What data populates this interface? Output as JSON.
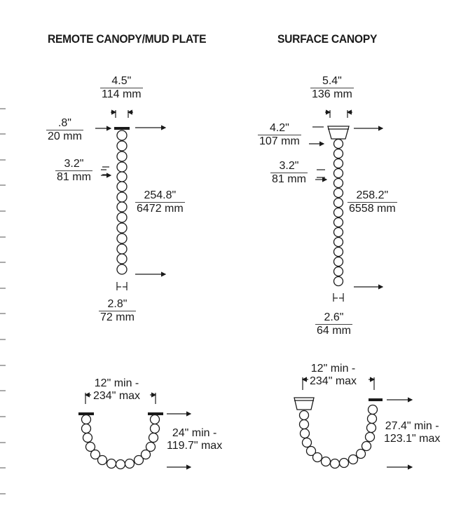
{
  "titles": {
    "remote": "REMOTE CANOPY/MUD PLATE",
    "surface": "SURFACE CANOPY"
  },
  "remote": {
    "canopy_width": {
      "in": "4.5\"",
      "mm": "114 mm"
    },
    "canopy_height": {
      "in": ".8\"",
      "mm": "20 mm"
    },
    "link_height": {
      "in": "3.2\"",
      "mm": "81 mm"
    },
    "overall_length": {
      "in": "254.8\"",
      "mm": "6472 mm"
    },
    "link_width": {
      "in": "2.8\"",
      "mm": "72 mm"
    },
    "loop_width": {
      "line1": "12\" min -",
      "line2": "234\" max"
    },
    "loop_drop": {
      "line1": "24\" min -",
      "line2": "119.7\" max"
    }
  },
  "surface": {
    "canopy_width": {
      "in": "5.4\"",
      "mm": "136 mm"
    },
    "canopy_height": {
      "in": "4.2\"",
      "mm": "107 mm"
    },
    "link_height": {
      "in": "3.2\"",
      "mm": "81 mm"
    },
    "overall_length": {
      "in": "258.2\"",
      "mm": "6558 mm"
    },
    "link_width": {
      "in": "2.6\"",
      "mm": "64 mm"
    },
    "loop_width": {
      "line1": "12\" min -",
      "line2": "234\" max"
    },
    "loop_drop": {
      "line1": "27.4\" min -",
      "line2": "123.1\" max"
    }
  }
}
